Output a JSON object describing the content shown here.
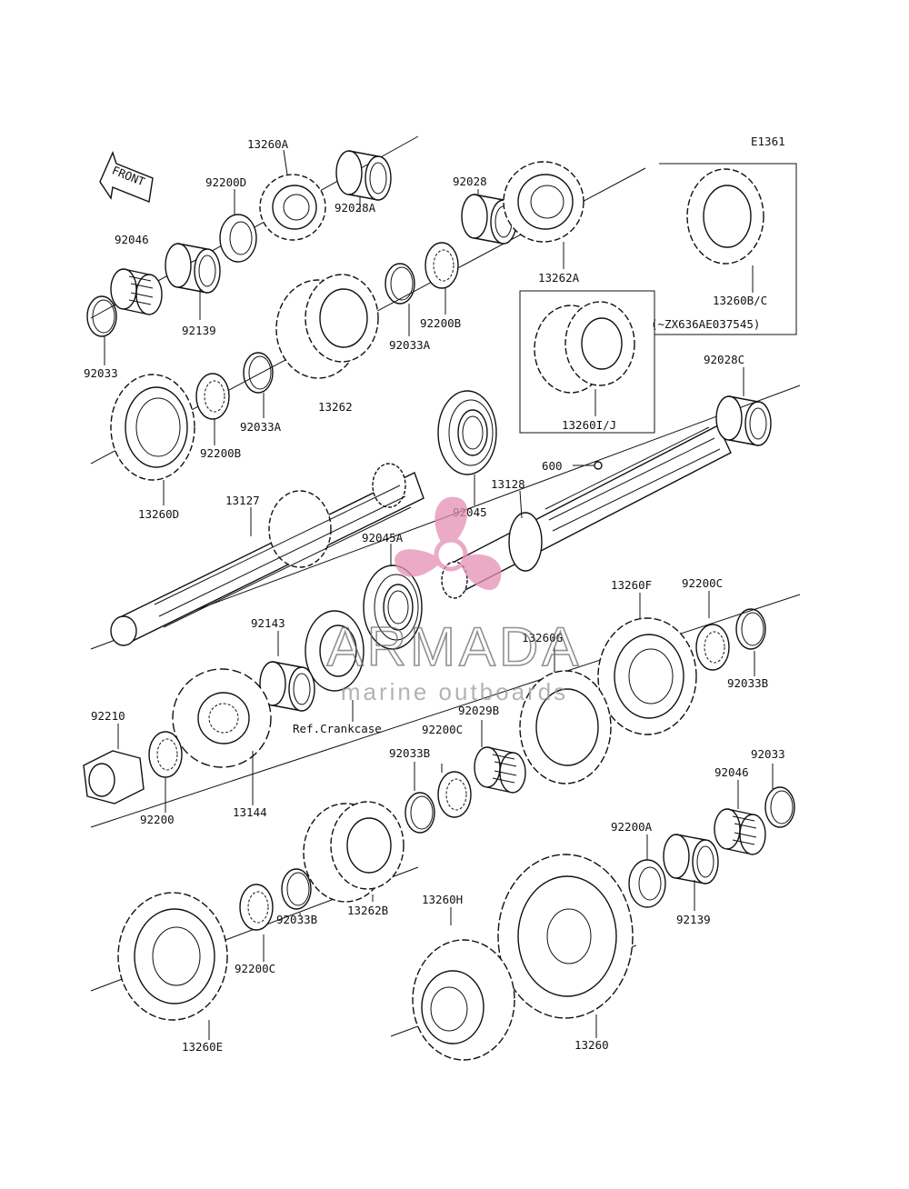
{
  "diagram_code": "E1361",
  "front_label": "FRONT",
  "parts": [
    {
      "id": "p-13260A",
      "label": "13260A"
    },
    {
      "id": "p-92200D",
      "label": "92200D"
    },
    {
      "id": "p-92028A",
      "label": "92028A"
    },
    {
      "id": "p-92046-top",
      "label": "92046"
    },
    {
      "id": "p-92139-top",
      "label": "92139"
    },
    {
      "id": "p-92033-top",
      "label": "92033"
    },
    {
      "id": "p-92028",
      "label": "92028"
    },
    {
      "id": "p-13262A",
      "label": "13262A"
    },
    {
      "id": "p-92200B-top",
      "label": "92200B"
    },
    {
      "id": "p-92033A-top",
      "label": "92033A"
    },
    {
      "id": "p-13262",
      "label": "13262"
    },
    {
      "id": "p-92033A-mid",
      "label": "92033A"
    },
    {
      "id": "p-92200B-mid",
      "label": "92200B"
    },
    {
      "id": "p-13260D",
      "label": "13260D"
    },
    {
      "id": "p-13260BC",
      "label": "13260B/C"
    },
    {
      "id": "p-serial",
      "label": "(~ZX636AE037545)"
    },
    {
      "id": "p-13260IJ",
      "label": "13260I/J"
    },
    {
      "id": "p-92028C",
      "label": "92028C"
    },
    {
      "id": "p-600",
      "label": "600"
    },
    {
      "id": "p-13128",
      "label": "13128"
    },
    {
      "id": "p-92045",
      "label": "92045"
    },
    {
      "id": "p-13127",
      "label": "13127"
    },
    {
      "id": "p-92045A",
      "label": "92045A"
    },
    {
      "id": "p-92143",
      "label": "92143"
    },
    {
      "id": "p-refcrank",
      "label": "Ref.Crankcase"
    },
    {
      "id": "p-13260F",
      "label": "13260F"
    },
    {
      "id": "p-92200C-r",
      "label": "92200C"
    },
    {
      "id": "p-92033B-r",
      "label": "92033B"
    },
    {
      "id": "p-13260G",
      "label": "13260G"
    },
    {
      "id": "p-92029B",
      "label": "92029B"
    },
    {
      "id": "p-92200C-m",
      "label": "92200C"
    },
    {
      "id": "p-92033B-m",
      "label": "92033B"
    },
    {
      "id": "p-92210",
      "label": "92210"
    },
    {
      "id": "p-92200",
      "label": "92200"
    },
    {
      "id": "p-13144",
      "label": "13144"
    },
    {
      "id": "p-92033-br",
      "label": "92033"
    },
    {
      "id": "p-92046-br",
      "label": "92046"
    },
    {
      "id": "p-92200A",
      "label": "92200A"
    },
    {
      "id": "p-92139-br",
      "label": "92139"
    },
    {
      "id": "p-13260H",
      "label": "13260H"
    },
    {
      "id": "p-92033B-b",
      "label": "92033B"
    },
    {
      "id": "p-13262B",
      "label": "13262B"
    },
    {
      "id": "p-92200C-b",
      "label": "92200C"
    },
    {
      "id": "p-13260E",
      "label": "13260E"
    },
    {
      "id": "p-13260",
      "label": "13260"
    }
  ],
  "watermark": {
    "title": "ARMADA",
    "subtitle": "marine outboards",
    "color": "#e58fb5"
  },
  "colors": {
    "line": "#111111",
    "background": "#ffffff"
  }
}
